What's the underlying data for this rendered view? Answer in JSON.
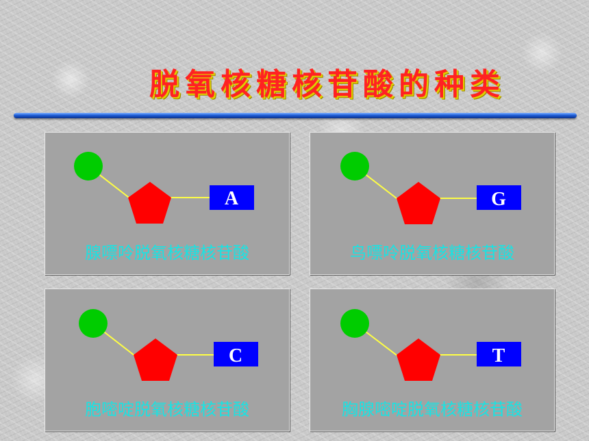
{
  "slide": {
    "title": "脱氧核糖核苷酸的种类"
  },
  "colors": {
    "phosphate": "#00cc00",
    "sugar": "#ff0000",
    "base_box": "#0000ff",
    "bond": "#ffff44",
    "caption": "#19e3e3",
    "panel": "#a3a3a3"
  },
  "panels": [
    {
      "base": "A",
      "caption": "腺嘌呤脱氧核糖核苷酸"
    },
    {
      "base": "G",
      "caption": "鸟嘌呤脱氧核糖核苷酸"
    },
    {
      "base": "C",
      "caption": "胞嘧啶脱氧核糖核苷酸"
    },
    {
      "base": "T",
      "caption": "胸腺嘧啶脱氧核糖核苷酸"
    }
  ]
}
